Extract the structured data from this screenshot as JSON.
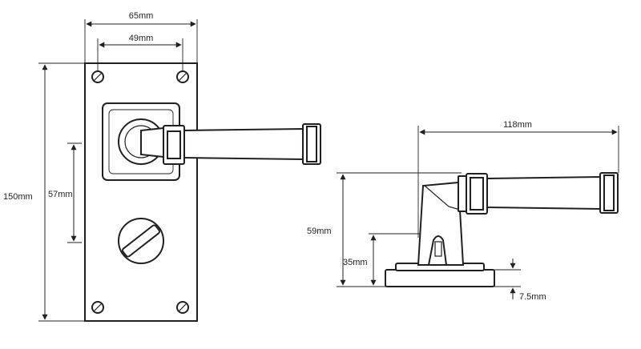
{
  "dimensions": {
    "plate_width": "65mm",
    "screw_spacing": "49mm",
    "plate_height": "150mm",
    "centre_distance": "57mm",
    "lever_length": "118mm",
    "total_height": "59mm",
    "rose_height": "35mm",
    "base_thickness": "7.5mm"
  },
  "colors": {
    "line": "#231f20",
    "background": "#ffffff"
  }
}
